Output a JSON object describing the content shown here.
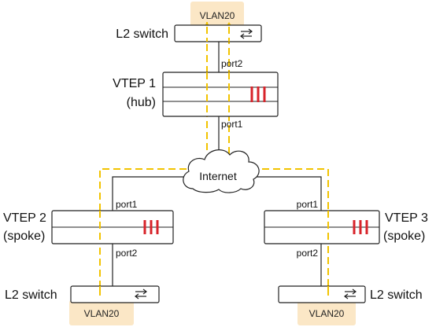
{
  "colors": {
    "path": "#f2c300",
    "vlan_bg": "#fbe7c6",
    "fortinet_red": "#d8232a",
    "line": "#222222"
  },
  "top": {
    "switch_label": "L2 switch",
    "vlan_label": "VLAN20",
    "switch_icon": "bidirectional-arrows-icon"
  },
  "hub": {
    "name_line1": "VTEP 1",
    "name_line2": "(hub)",
    "port_up": "port2",
    "port_down": "port1",
    "logo": "fortinet-logo-icon"
  },
  "cloud": {
    "label": "Internet",
    "icon": "cloud-icon"
  },
  "spoke_left": {
    "name_line1": "VTEP 2",
    "name_line2": "(spoke)",
    "port_up": "port1",
    "port_down": "port2",
    "switch_label": "L2 switch",
    "vlan_label": "VLAN20"
  },
  "spoke_right": {
    "name_line1": "VTEP 3",
    "name_line2": "(spoke)",
    "port_up": "port1",
    "port_down": "port2",
    "switch_label": "L2 switch",
    "vlan_label": "VLAN20"
  }
}
